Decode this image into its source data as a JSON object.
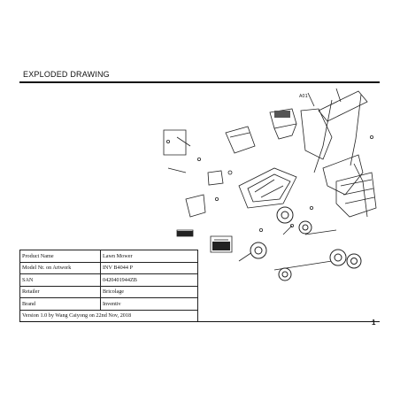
{
  "section_title": "EXPLODED DRAWING",
  "page_number": "1",
  "drawing_callout": "A01",
  "spec_table": {
    "rows": [
      {
        "label": "Product Name",
        "value": "Lawn Mower"
      },
      {
        "label": "Model Nr. on Artwork",
        "value": "INV B4044 P"
      },
      {
        "label": "SAN",
        "value": "0420401944ZB"
      },
      {
        "label": "Retailer",
        "value": "Bricolage"
      },
      {
        "label": "Brand",
        "value": "Inventiv"
      }
    ],
    "footer": "Version 1.0 by Wang Caiyong on 22nd Nov, 2018"
  }
}
